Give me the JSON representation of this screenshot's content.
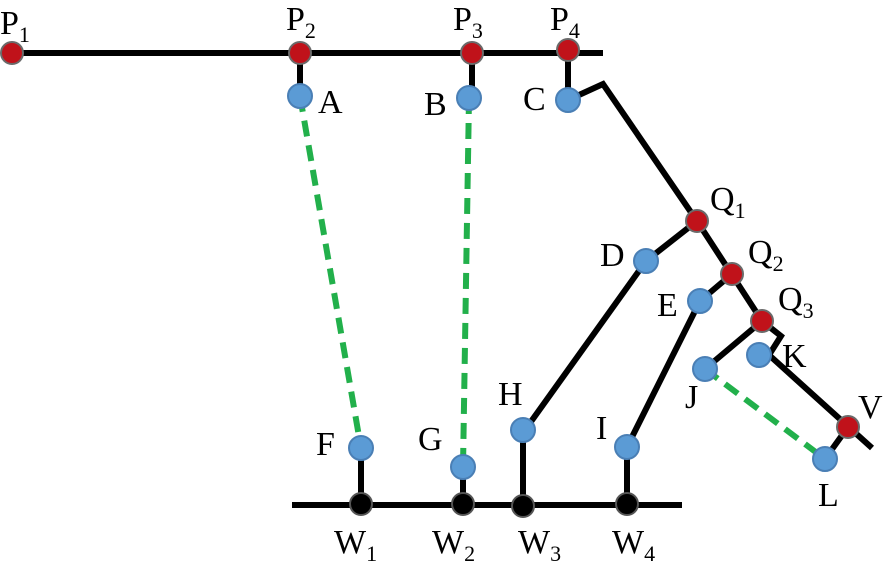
{
  "colors": {
    "line": "#000000",
    "dashed_link": "#22b04b",
    "node_red": "#c0121a",
    "node_blue": "#5b9bd5",
    "node_black": "#000000",
    "node_stroke_light": "#4a7fb5"
  },
  "labels": {
    "P1": {
      "main": "P",
      "sub": "1"
    },
    "P2": {
      "main": "P",
      "sub": "2"
    },
    "P3": {
      "main": "P",
      "sub": "3"
    },
    "P4": {
      "main": "P",
      "sub": "4"
    },
    "A": {
      "main": "A",
      "sub": ""
    },
    "B": {
      "main": "B",
      "sub": ""
    },
    "C": {
      "main": "C",
      "sub": ""
    },
    "Q1": {
      "main": "Q",
      "sub": "1"
    },
    "Q2": {
      "main": "Q",
      "sub": "2"
    },
    "Q3": {
      "main": "Q",
      "sub": "3"
    },
    "D": {
      "main": "D",
      "sub": ""
    },
    "E": {
      "main": "E",
      "sub": ""
    },
    "K": {
      "main": "K",
      "sub": ""
    },
    "J": {
      "main": "J",
      "sub": ""
    },
    "V": {
      "main": "V",
      "sub": ""
    },
    "L": {
      "main": "L",
      "sub": ""
    },
    "H": {
      "main": "H",
      "sub": ""
    },
    "I": {
      "main": "I",
      "sub": ""
    },
    "F": {
      "main": "F",
      "sub": ""
    },
    "G": {
      "main": "G",
      "sub": ""
    },
    "W1": {
      "main": "W",
      "sub": "1"
    },
    "W2": {
      "main": "W",
      "sub": "2"
    },
    "W3": {
      "main": "W",
      "sub": "3"
    },
    "W4": {
      "main": "W",
      "sub": "4"
    }
  }
}
